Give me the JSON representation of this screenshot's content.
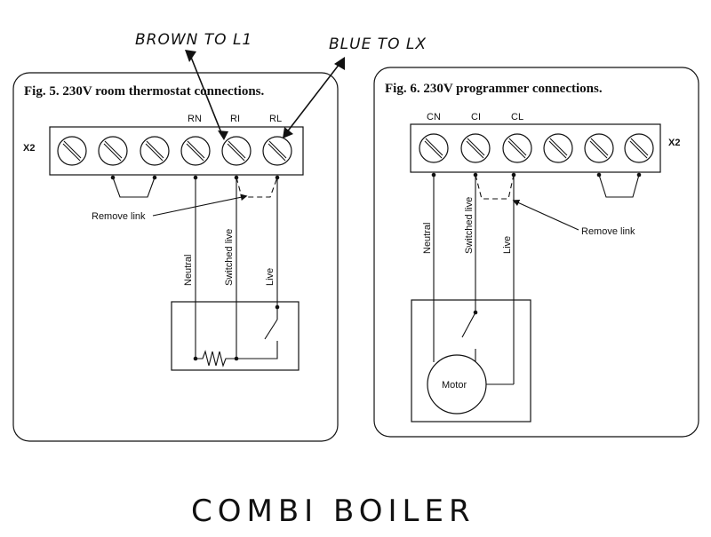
{
  "handwritten": {
    "brown_note": "BROWN TO L1",
    "blue_note": "BLUE TO LX",
    "bottom_note": "COMBI BOILER"
  },
  "fig5": {
    "title": "Fig. 5. 230V room thermostat connections.",
    "strip_label": "X2",
    "terminals": [
      "RN",
      "RI",
      "RL"
    ],
    "remove_link": "Remove link",
    "wires": [
      "Neutral",
      "Switched live",
      "Live"
    ]
  },
  "fig6": {
    "title": "Fig. 6. 230V programmer connections.",
    "strip_label": "X2",
    "terminals": [
      "CN",
      "CI",
      "CL"
    ],
    "remove_link": "Remove link",
    "wires": [
      "Neutral",
      "Switched live",
      "Live"
    ],
    "motor": "Motor"
  },
  "icons": {
    "terminal": "screw-terminal-icon",
    "resistor": "resistor-icon",
    "switch": "switch-icon",
    "motor": "motor-icon",
    "arrow": "pen-arrow-icon"
  }
}
